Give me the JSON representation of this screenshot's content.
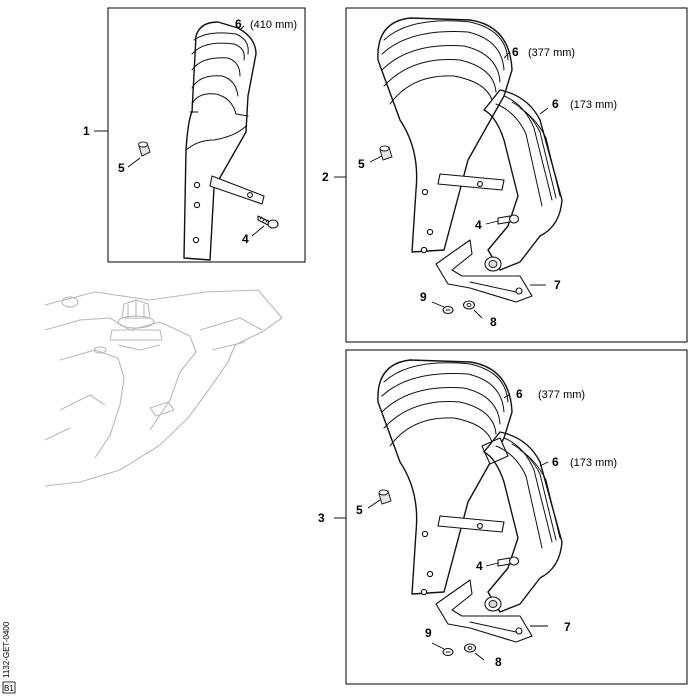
{
  "boxes": [
    {
      "number": "1",
      "labels": {
        "handle": "6",
        "dimension": "(410 mm)",
        "bush": "5",
        "screw": "4"
      }
    },
    {
      "number": "2",
      "labels": {
        "handle": "6",
        "dimension": "(377 mm)",
        "cover": "6",
        "cover_dimension": "(173 mm)",
        "bush": "5",
        "screw": "4",
        "bracket": "7",
        "washer_screw": "9",
        "washer": "8"
      }
    },
    {
      "number": "3",
      "labels": {
        "handle": "6",
        "dimension": "(377 mm)",
        "cover": "6",
        "cover_dimension": "(173 mm)",
        "bush": "5",
        "screw": "4",
        "bracket": "7",
        "washer_screw": "9",
        "washer": "8"
      }
    }
  ],
  "drawing_code": "1132-GET-0400",
  "corner_mark": "B1"
}
